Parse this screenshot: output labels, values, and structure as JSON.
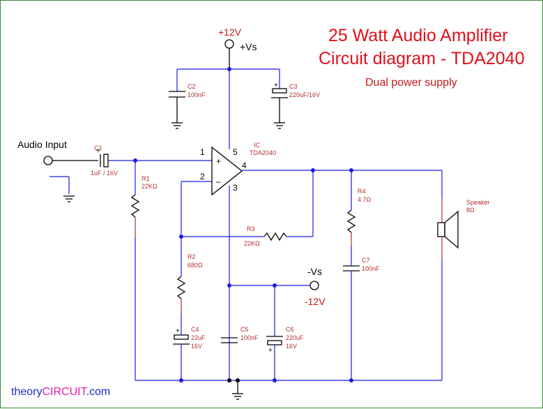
{
  "title_line1": "25 Watt Audio Amplifier",
  "title_line2": "Circuit diagram - TDA2040",
  "subtitle": "Dual power supply",
  "vplus_value": "+12V",
  "vplus_name": "+Vs",
  "vminus_name": "-Vs",
  "vminus_value": "-12V",
  "audio_input": "Audio Input",
  "ic": {
    "ref": "IC",
    "part": "TDA2040",
    "pin1": "1",
    "pin2": "2",
    "pin3": "3",
    "pin4": "4",
    "pin5": "5"
  },
  "c1": {
    "ref": "C1",
    "value": "1uF / 16V"
  },
  "c2": {
    "ref": "C2",
    "value": "100nF"
  },
  "c3": {
    "ref": "C3",
    "value": "220uF/16V"
  },
  "c4": {
    "ref": "C4",
    "value": "22uF",
    "voltage": "16V"
  },
  "c5": {
    "ref": "C5",
    "value": "100nF"
  },
  "c6": {
    "ref": "C6",
    "value": "220uF",
    "voltage": "16V"
  },
  "c7": {
    "ref": "C7",
    "value": "100nF"
  },
  "r1": {
    "ref": "R1",
    "value": "22KΩ"
  },
  "r2": {
    "ref": "R2",
    "value": "680Ω"
  },
  "r3": {
    "ref": "R3",
    "value": "22KΩ"
  },
  "r4": {
    "ref": "R4",
    "value": "4.7Ω"
  },
  "speaker": {
    "ref": "Speaker",
    "value": "8Ω"
  },
  "polarity_plus": "+",
  "brand_part1": "theory",
  "brand_part2": "CIRCUIT",
  "brand_part3": ".com"
}
